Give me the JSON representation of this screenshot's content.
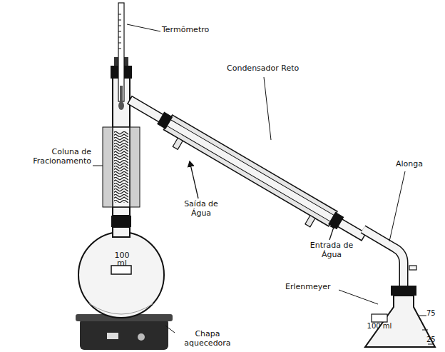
{
  "diagram": {
    "labels": [
      "Termômetro",
      "Coluna de Fracionamento",
      "Condensador Reto",
      "Saída de Água",
      "Entrada de Água",
      "Alonga",
      "Erlenmeyer",
      "Chapa aquecedora",
      "100 ml",
      "100 ml",
      "75",
      "25"
    ]
  }
}
